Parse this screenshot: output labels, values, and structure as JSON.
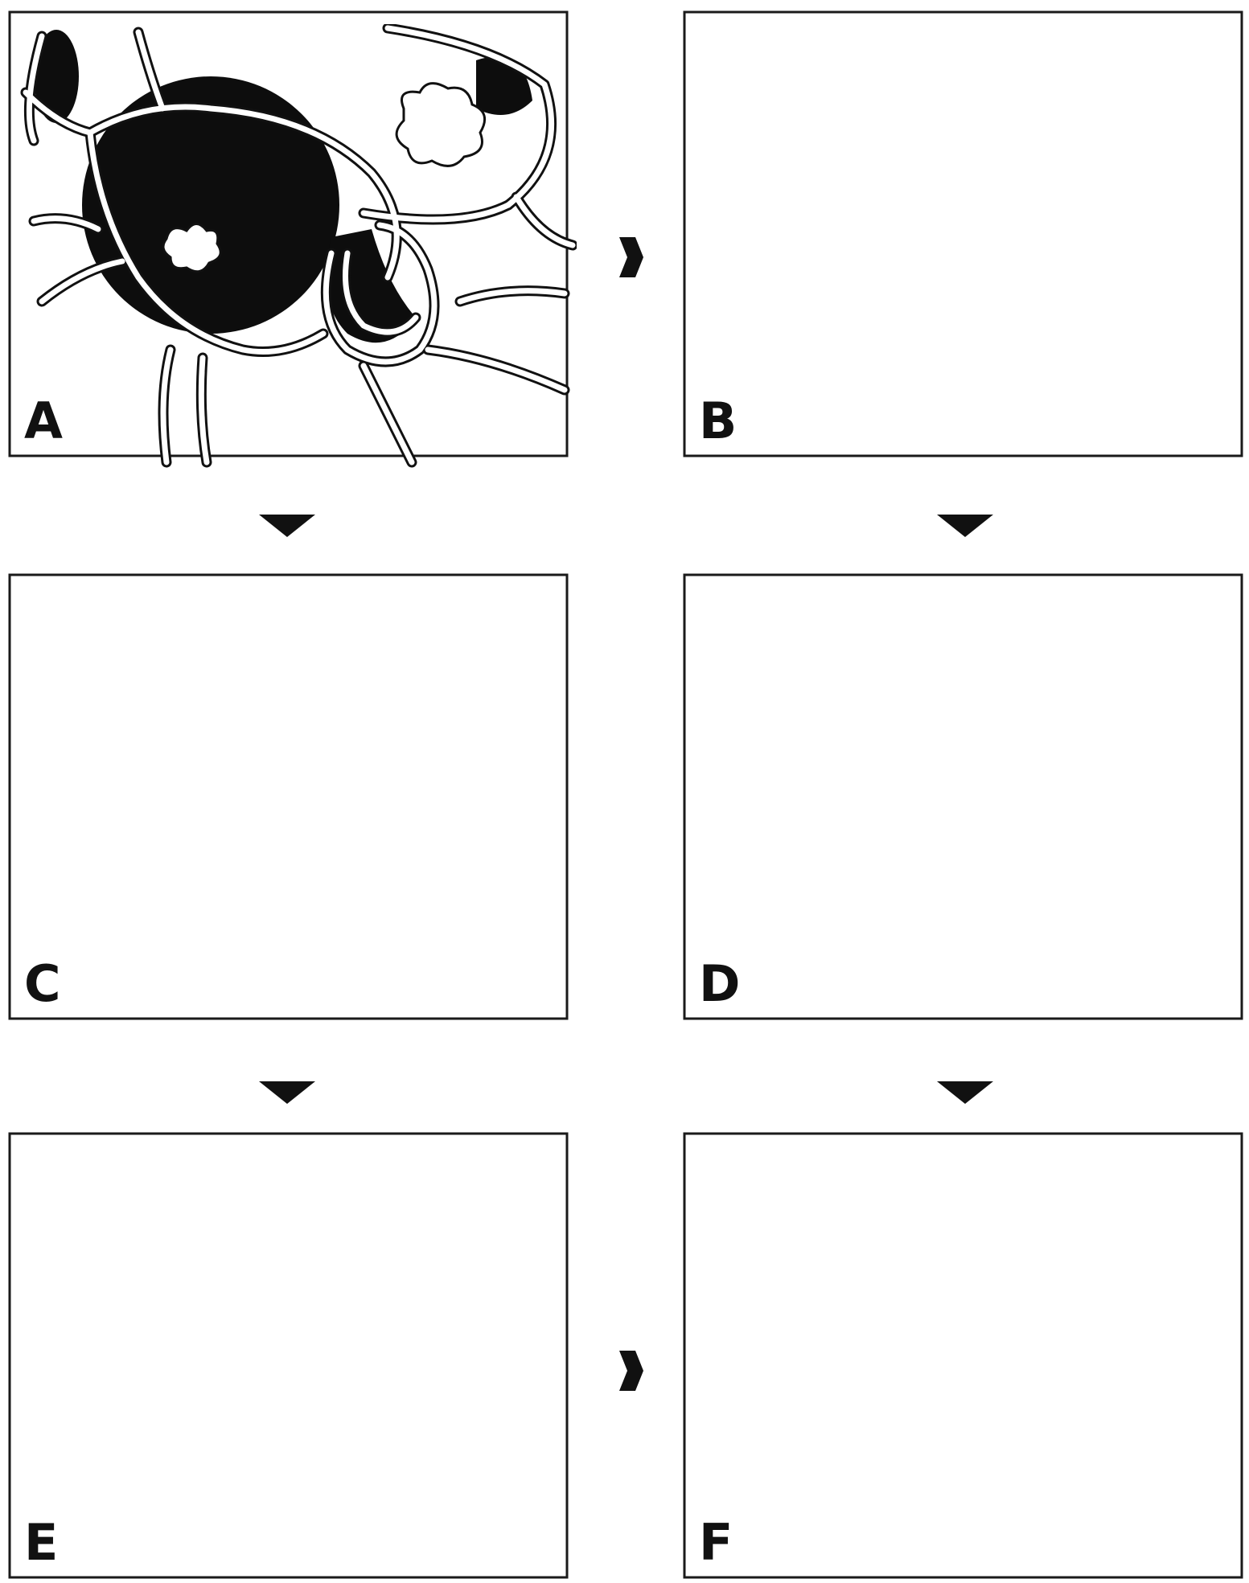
{
  "panels": [
    {
      "label": "A"
    },
    {
      "label": "B"
    },
    {
      "label": "C"
    },
    {
      "label": "D"
    },
    {
      "label": "E"
    },
    {
      "label": "F"
    }
  ],
  "colors": {
    "ink": "#0d0d0d",
    "paper": "#ffffff"
  }
}
